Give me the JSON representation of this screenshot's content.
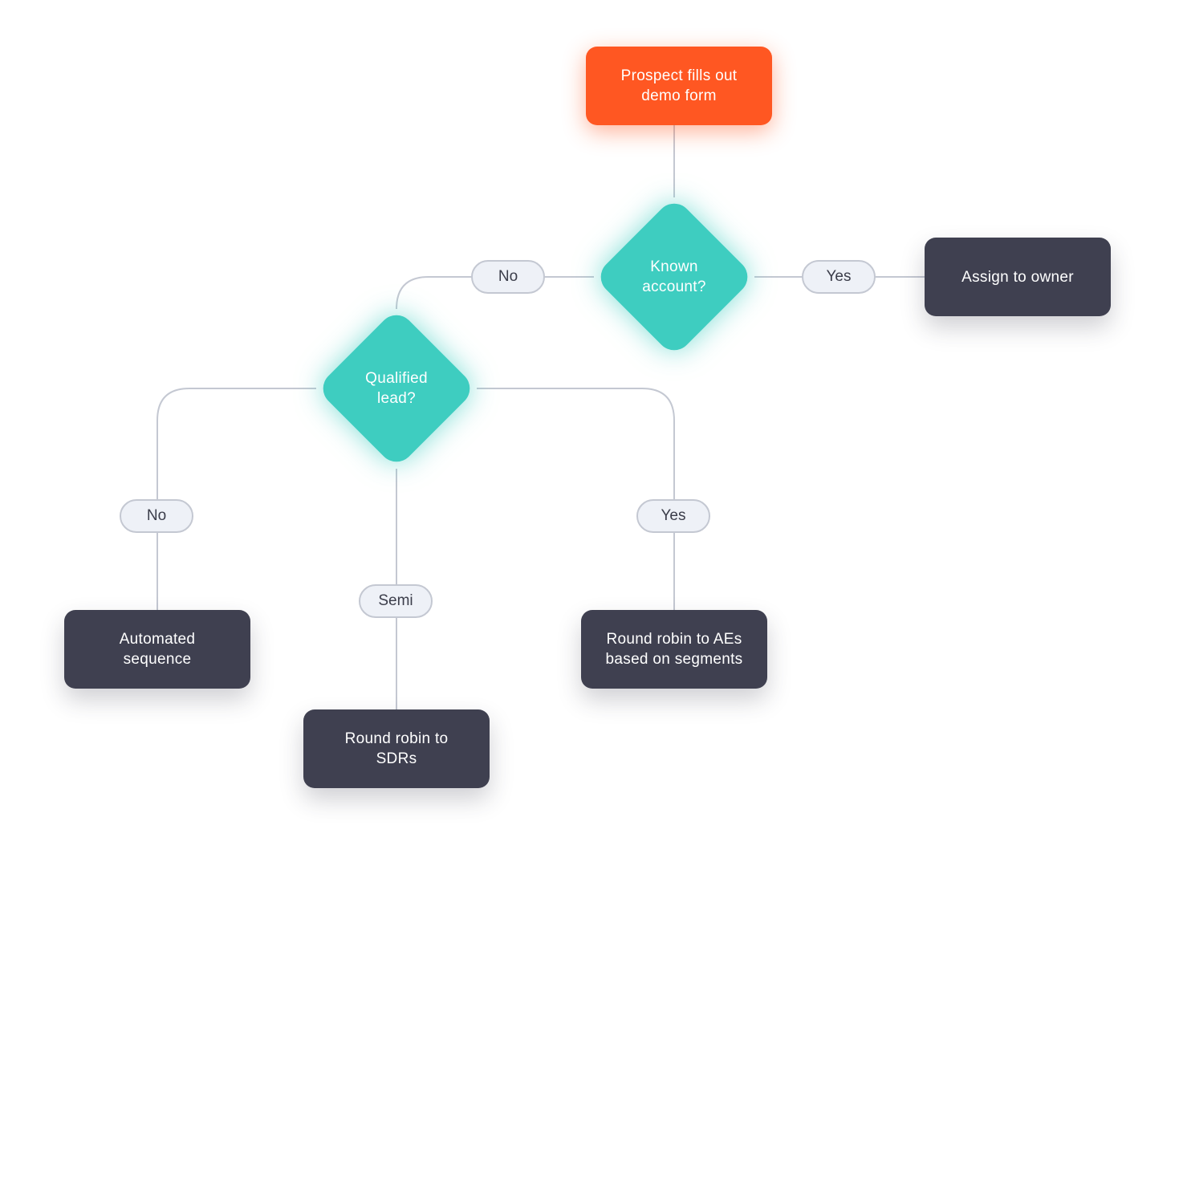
{
  "colors": {
    "start": "#ff5722",
    "decision": "#3ecdc0",
    "action": "#3f4050",
    "connector": "#c4c8d2",
    "pill_fill": "#eef1f7"
  },
  "nodes": {
    "start": "Prospect fills out demo form",
    "known_account": "Known account?",
    "qualified_lead": "Qualified lead?",
    "assign_owner": "Assign to owner",
    "automated_sequence": "Automated sequence",
    "round_robin_sdrs": "Round robin to SDRs",
    "round_robin_aes": "Round robin to AEs based on segments"
  },
  "edge_labels": {
    "known_no": "No",
    "known_yes": "Yes",
    "qualified_no": "No",
    "qualified_semi": "Semi",
    "qualified_yes": "Yes"
  }
}
